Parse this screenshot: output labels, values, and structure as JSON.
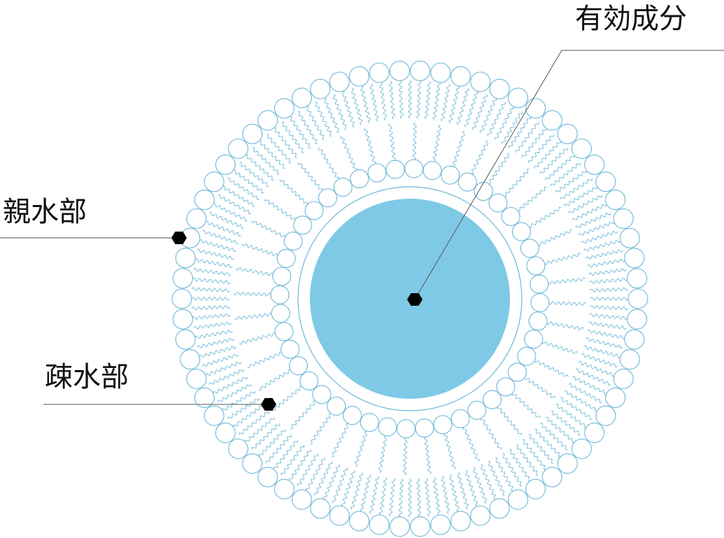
{
  "labels": {
    "active_ingredient": "有効成分",
    "hydrophilic": "親水部",
    "hydrophobic": "疎水部"
  },
  "colors": {
    "lipid_outline": "#6db7d8",
    "core_fill": "#7ec9e6",
    "background": "#ffffff",
    "marker": "#000000",
    "leader_line": "#555555",
    "text": "#111111"
  },
  "icons": {
    "marker": "hexagon-marker-icon"
  }
}
